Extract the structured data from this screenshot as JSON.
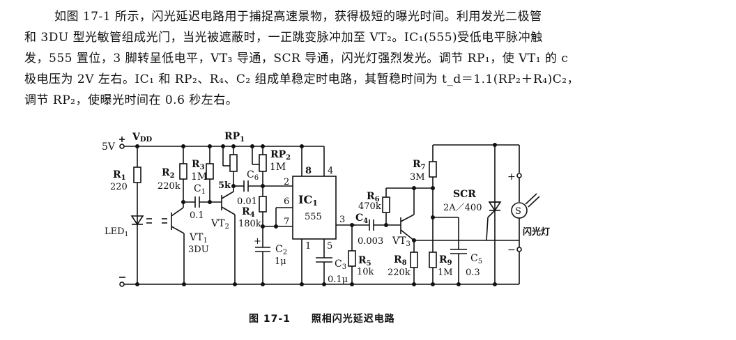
{
  "description": {
    "lines": [
      "如图 17-1 所示，闪光延迟电路用于捕捉高速景物，获得极短的曝光时间。利用发光二极管",
      "和 3DU 型光敏管组成光门，当光被遮蔽时，一正跳变脉冲加至 VT₂。IC₁(555)受低电平脉冲触",
      "发，555 置位，3 脚转呈低电平，VT₃ 导通，SCR 导通，闪光灯强烈发光。调节 RP₁，使 VT₁ 的 c",
      "极电压为 2V 左右。IC₁ 和 RP₂、R₄、C₂ 组成单稳定时电路，其暂稳时间为 t_d＝1.1(RP₂＋R₄)C₂，",
      "调节 RP₂，使曝光时间在 0.6 秒左右。"
    ]
  },
  "schematic": {
    "supply": {
      "plus": "+",
      "voltage": "5V",
      "rail": "V",
      "rail_sub": "DD",
      "minus": "−"
    },
    "R1": {
      "name": "R",
      "sub": "1",
      "value": "220"
    },
    "LED1": {
      "name": "LED",
      "sub": "1"
    },
    "R2": {
      "name": "R",
      "sub": "2",
      "value": "220k"
    },
    "R3": {
      "name": "R",
      "sub": "3",
      "value": "1M"
    },
    "C1": {
      "name": "C",
      "sub": "1",
      "value": "0.1"
    },
    "VT1": {
      "name": "VT",
      "sub": "1",
      "type": "3DU"
    },
    "VT2": {
      "name": "VT",
      "sub": "2"
    },
    "RP1": {
      "name": "RP",
      "sub": "1",
      "value": "5k"
    },
    "RP2": {
      "name": "RP",
      "sub": "2",
      "value": "1M"
    },
    "C6": {
      "name": "C",
      "sub": "6",
      "value": "0.01"
    },
    "R4": {
      "name": "R",
      "sub": "4",
      "value": "180k"
    },
    "C2": {
      "name": "C",
      "sub": "2",
      "value": "1μ",
      "polarity": "+"
    },
    "IC1": {
      "name": "IC",
      "sub": "1",
      "type": "555",
      "pins": {
        "p8": "8",
        "p4": "4",
        "p2": "2",
        "p6": "6",
        "p7": "7",
        "p3": "3",
        "p1": "1",
        "p5": "5"
      }
    },
    "C3": {
      "name": "C",
      "sub": "3",
      "value": "0.1μ"
    },
    "R5": {
      "name": "R",
      "sub": "5",
      "value": "10k"
    },
    "C4": {
      "name": "C",
      "sub": "4",
      "value": "0.003"
    },
    "R6": {
      "name": "R",
      "sub": "6",
      "value": "470k"
    },
    "VT3": {
      "name": "VT",
      "sub": "3"
    },
    "R7": {
      "name": "R",
      "sub": "7",
      "value": "3M"
    },
    "R8": {
      "name": "R",
      "sub": "8",
      "value": "220k"
    },
    "R9": {
      "name": "R",
      "sub": "9",
      "value": "1M"
    },
    "C5": {
      "name": "C",
      "sub": "5",
      "value": "0.3"
    },
    "SCR": {
      "name": "SCR",
      "rating": "2A／400"
    },
    "lamp": {
      "symbol": "S",
      "label": "闪光灯",
      "plus": "+",
      "minus": "−"
    }
  },
  "caption": {
    "figure": "图 17-1",
    "title": "照相闪光延迟电路"
  }
}
